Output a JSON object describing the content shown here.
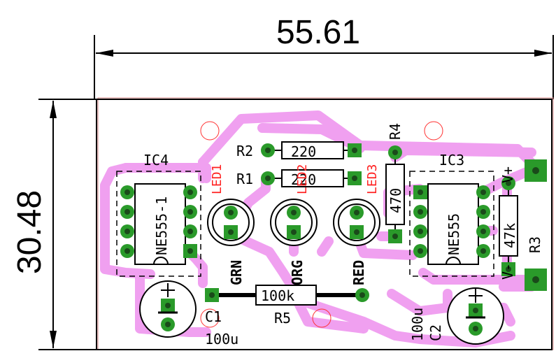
{
  "dimensions": {
    "width_label": "55.61",
    "height_label": "30.48"
  },
  "components": {
    "ic4": {
      "ref": "IC4",
      "value": "NE555-1"
    },
    "ic3": {
      "ref": "IC3",
      "value": "NE555"
    },
    "r1": {
      "ref": "R1",
      "value": "220"
    },
    "r2": {
      "ref": "R2",
      "value": "220"
    },
    "r3": {
      "ref": "R3",
      "value": "47k"
    },
    "r4": {
      "ref": "R4",
      "value": "470"
    },
    "r5": {
      "ref": "R5",
      "value": "100k"
    },
    "c1": {
      "ref": "C1",
      "value": "100u"
    },
    "c2": {
      "ref": "C2",
      "value": "100u"
    },
    "led1": {
      "ref": "LED1",
      "value": "GRN"
    },
    "led2": {
      "ref": "LED2",
      "value": "ORG"
    },
    "led3": {
      "ref": "LED3",
      "value": "RED"
    }
  },
  "connector": {
    "plus": "V+",
    "minus": "V-"
  },
  "colors": {
    "trace": "#f0a0f0",
    "pad": "#2a9a2a",
    "hole": "#1a4a1a",
    "silk": "#000000",
    "name_text": "#ff2020",
    "outline": "#d08080"
  }
}
